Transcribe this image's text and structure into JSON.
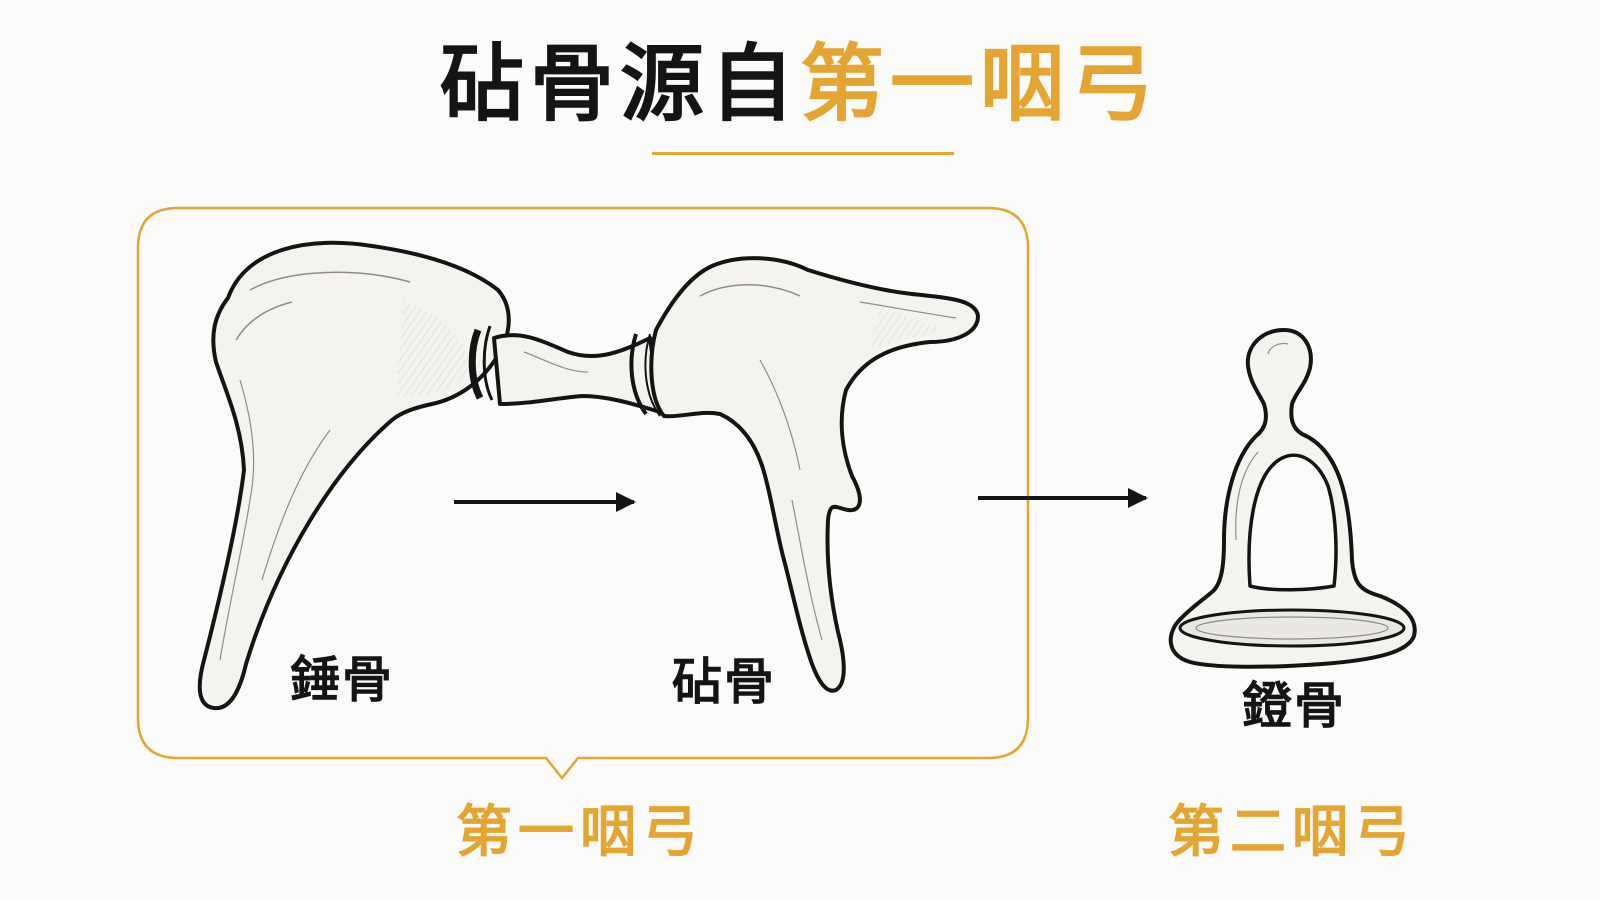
{
  "title": {
    "part1": "砧骨源自",
    "part2": "第一咽弓"
  },
  "bones": {
    "malleus": "錘骨",
    "incus": "砧骨",
    "stapes": "鐙骨"
  },
  "groups": {
    "first_arch": "第一咽弓",
    "second_arch": "第二咽弓"
  },
  "colors": {
    "accent": "#e5a532",
    "ink": "#141414",
    "bone_fill": "#f4f3ef",
    "background": "#fbfbf9"
  }
}
